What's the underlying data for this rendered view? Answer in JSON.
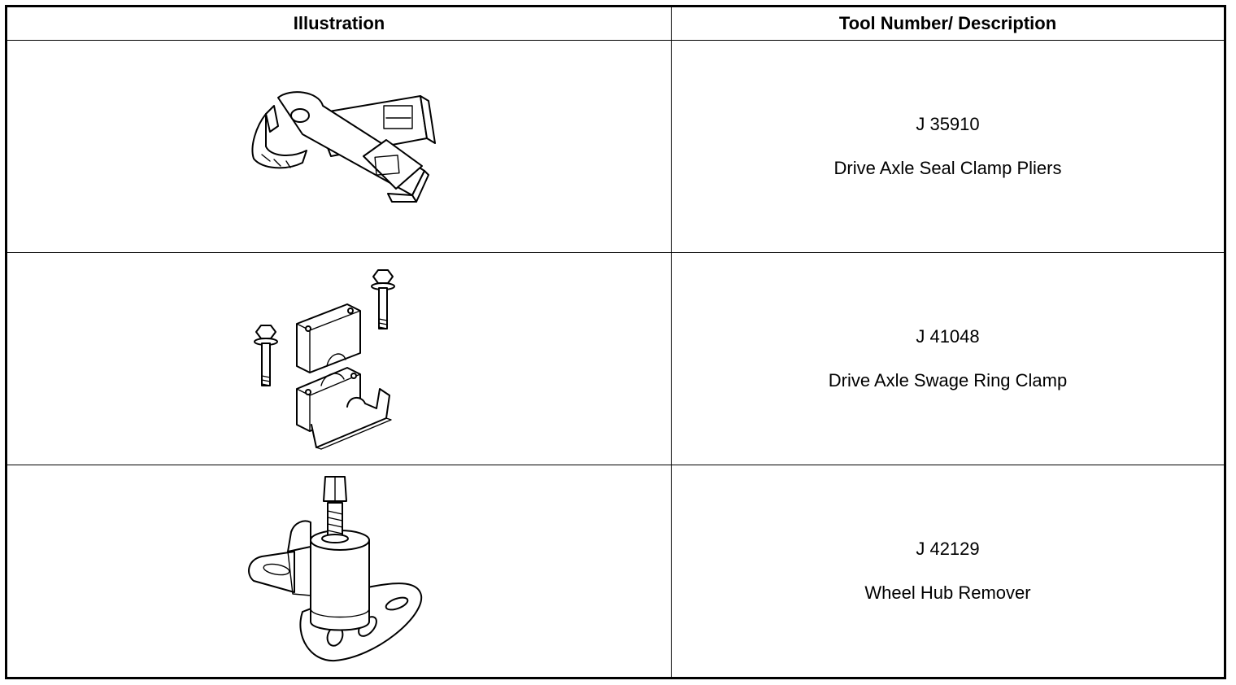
{
  "table": {
    "headers": {
      "illustration": "Illustration",
      "description": "Tool Number/ Description"
    },
    "rows": [
      {
        "tool_number": "J 35910",
        "description": "Drive Axle Seal Clamp Pliers",
        "icon": "seal-clamp-pliers-illustration"
      },
      {
        "tool_number": "J 41048",
        "description": "Drive Axle Swage Ring Clamp",
        "icon": "swage-ring-clamp-illustration"
      },
      {
        "tool_number": "J 42129",
        "description": "Wheel Hub Remover",
        "icon": "wheel-hub-remover-illustration"
      }
    ]
  }
}
